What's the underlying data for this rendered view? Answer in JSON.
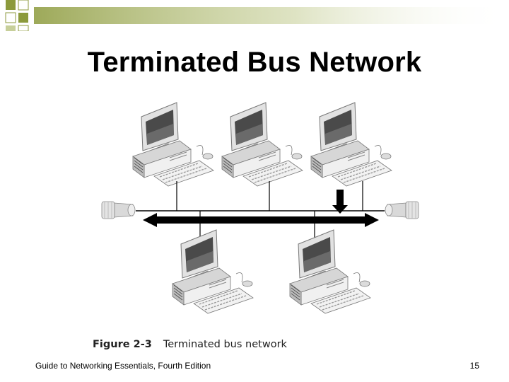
{
  "slide": {
    "title": "Terminated Bus Network",
    "figure": {
      "number": "Figure 2-3",
      "caption": "Terminated bus network"
    },
    "footer": "Guide to Networking Essentials, Fourth Edition",
    "page_number": "15"
  },
  "colors": {
    "accent_olive": "#8c9a3c",
    "bus_cable": "#000000",
    "computer_body": "#e6e6e6",
    "screen": "#4a4a4a"
  },
  "icons": [
    "computer-icon",
    "terminator-icon",
    "data-arrow-icon"
  ]
}
